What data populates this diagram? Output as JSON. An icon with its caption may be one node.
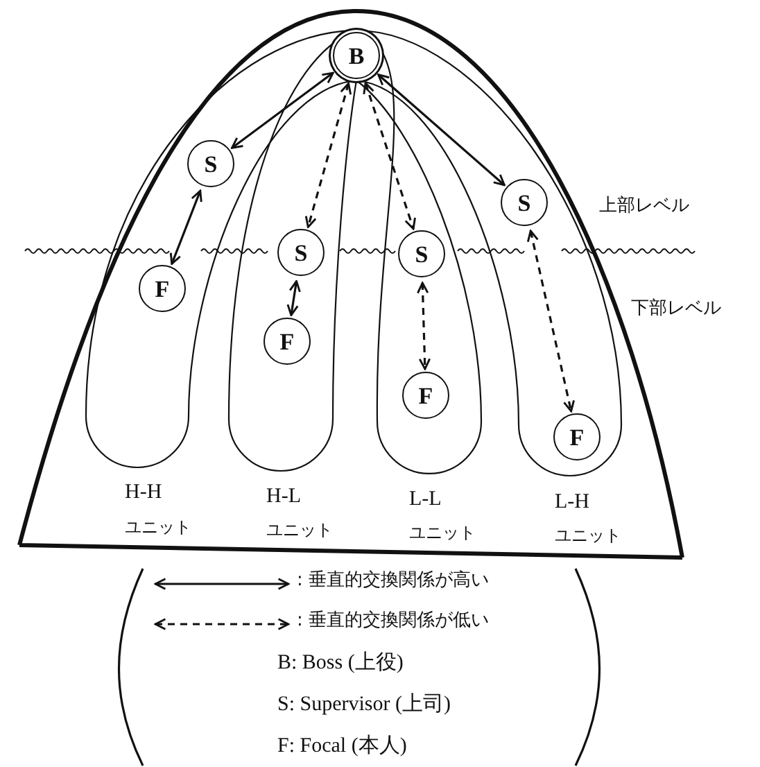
{
  "diagram": {
    "nodes": [
      {
        "text": [
          "B"
        ]
      },
      {
        "text": [
          "S"
        ]
      },
      {
        "text": [
          "F"
        ]
      },
      {
        "text": [
          "S"
        ]
      },
      {
        "text": [
          "F"
        ]
      },
      {
        "text": [
          "S"
        ]
      },
      {
        "text": [
          "F"
        ]
      },
      {
        "text": [
          "S"
        ]
      },
      {
        "text": [
          "F"
        ]
      }
    ],
    "edges": [
      {
        "from": 0,
        "to": 1,
        "arrow": "both"
      },
      {
        "from": 1,
        "to": 2,
        "arrow": "both"
      },
      {
        "from": 0,
        "to": 3,
        "arrow": "both",
        "style": "dashed"
      },
      {
        "from": 3,
        "to": 4,
        "arrow": "both"
      },
      {
        "from": 0,
        "to": 5,
        "arrow": "both",
        "style": "dashed"
      },
      {
        "from": 5,
        "to": 6,
        "arrow": "both",
        "style": "dashed"
      },
      {
        "from": 0,
        "to": 7,
        "arrow": "both"
      },
      {
        "from": 7,
        "to": 8,
        "arrow": "both",
        "style": "dashed"
      }
    ],
    "labels": [
      "上部レベル",
      "下部レベル",
      "H-H",
      "H-L",
      "L-L",
      "L-H",
      "ユニット",
      "ユニット",
      "ユニット",
      "ユニット",
      "B: Boss (上役)",
      "S: Supervisor (上司)",
      "F: Focal (本人)"
    ],
    "legend": [
      {
        "text": ": 垂直的交換関係が高い"
      },
      {
        "text": ": 垂直的交換関係が低い"
      }
    ]
  }
}
